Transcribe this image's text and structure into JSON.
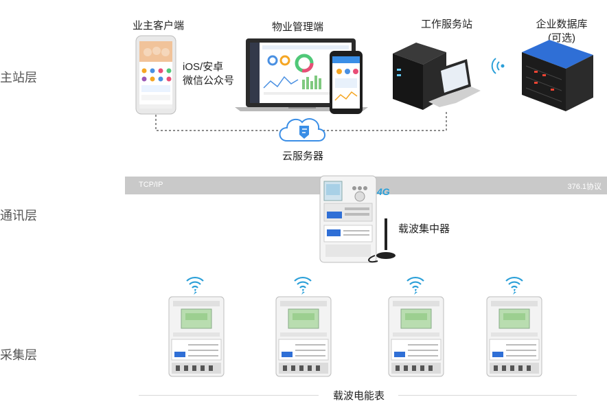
{
  "layers": {
    "master": "主站层",
    "communication": "通讯层",
    "collection": "采集层"
  },
  "master_station": {
    "owner_client": "业主客户端",
    "app_platforms_line1": "iOS/安卓",
    "app_platforms_line2": "微信公众号",
    "property_management": "物业管理端",
    "workstation": "工作服务站",
    "enterprise_db_line1": "企业数据库",
    "enterprise_db_line2": "(可选)",
    "cloud": "云服务器"
  },
  "communication": {
    "protocol_left": "TCP/IP",
    "protocol_right": "376.1协议",
    "concentrator": "载波集中器",
    "network_badge": "4G"
  },
  "collection": {
    "meters_label": "载波电能表",
    "meter_count": 4
  },
  "colors": {
    "bus": "#c9c9c9",
    "cloud_blue": "#3a8ee6",
    "wifi_blue": "#2a9fd8",
    "dark_device": "#1f1f1f",
    "db_blue": "#2f6fd6"
  }
}
